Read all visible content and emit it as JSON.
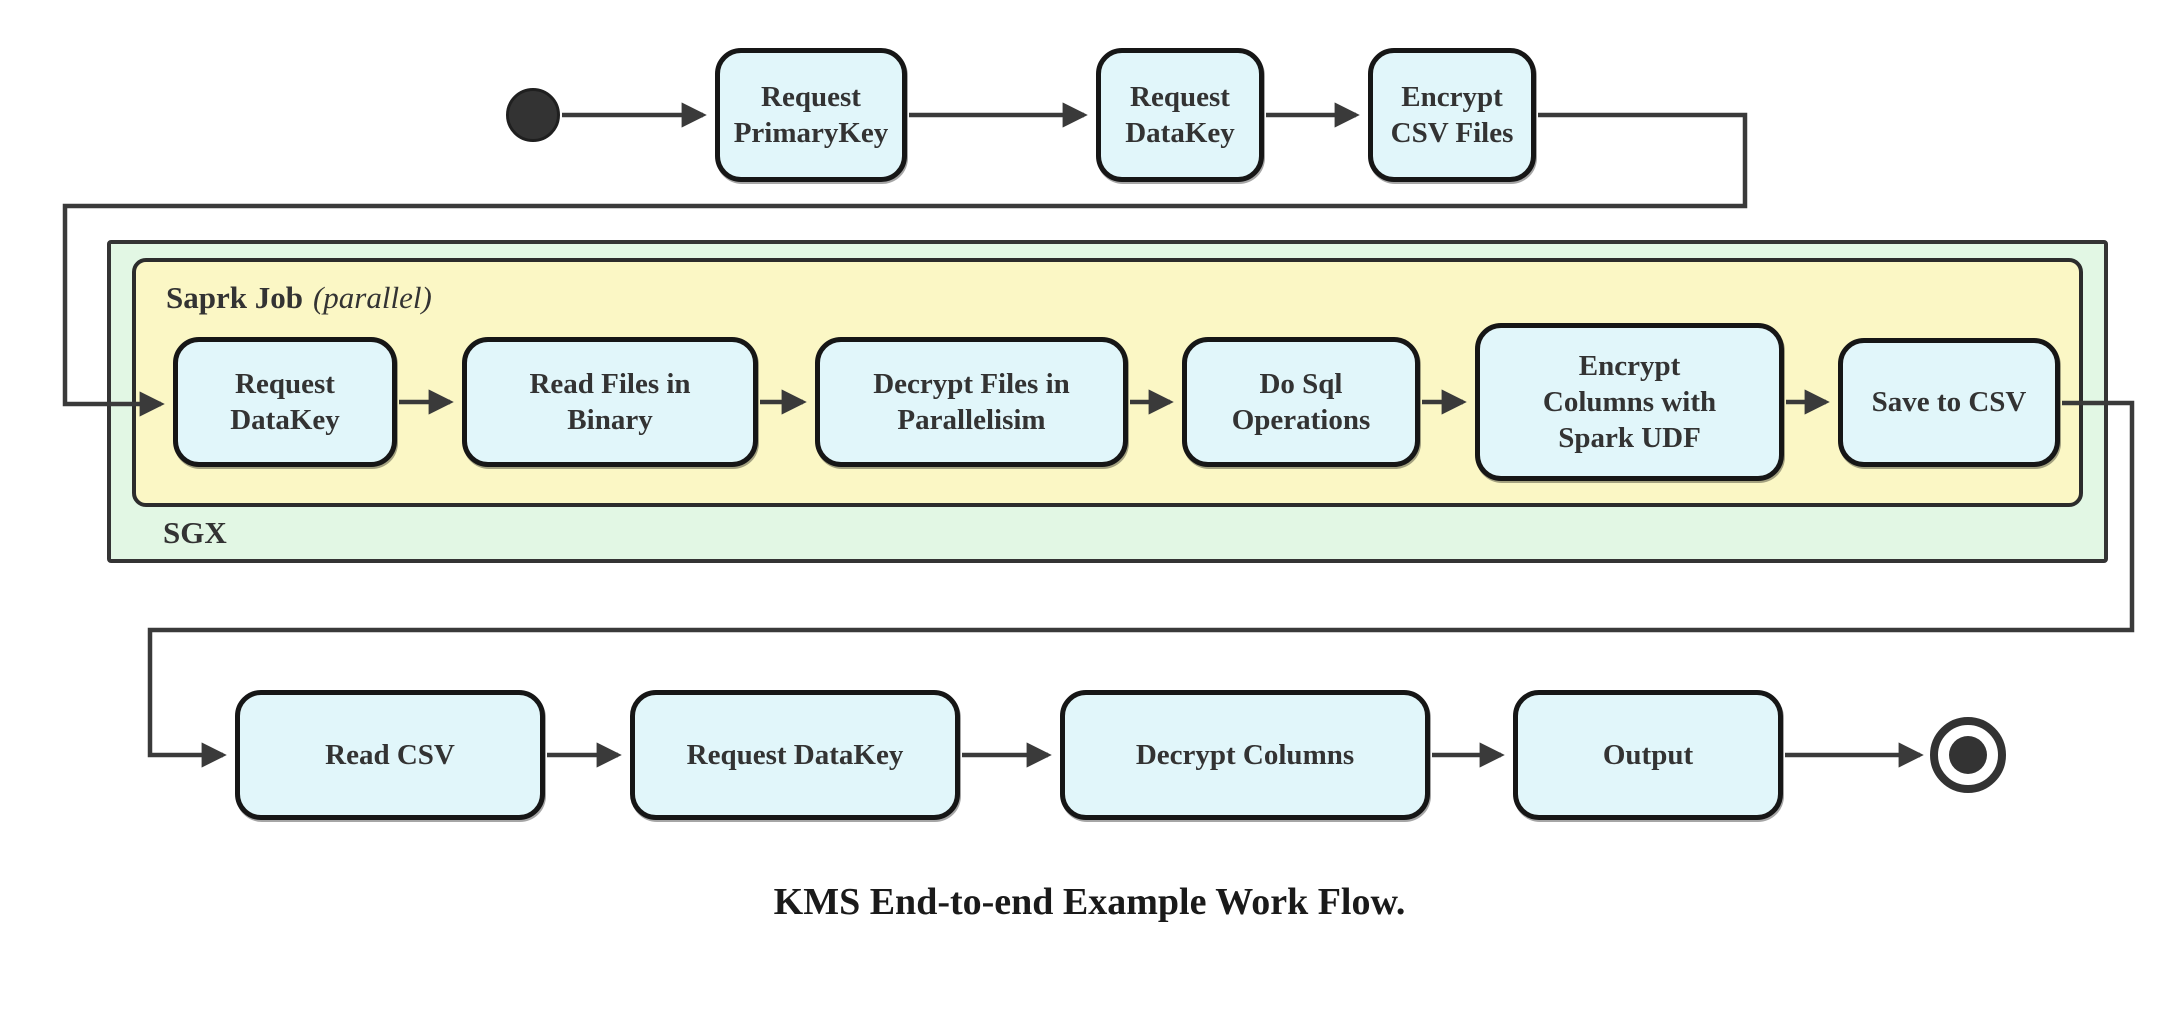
{
  "diagram": {
    "caption": "KMS End-to-end Example Work Flow.",
    "colors": {
      "node_fill": "#e1f6fa",
      "node_border": "#161616",
      "spark_container_fill": "#fbf7c5",
      "sgx_container_fill": "#e2f7e4",
      "connector_line": "#3a3a3a",
      "text": "#333333"
    },
    "top_row": {
      "nodes": [
        {
          "label": "Request\nPrimaryKey"
        },
        {
          "label": "Request\nDataKey"
        },
        {
          "label": "Encrypt\nCSV Files"
        }
      ]
    },
    "sgx_container": {
      "label": "SGX"
    },
    "spark_container": {
      "label": "Saprk Job",
      "label_suffix": "(parallel)"
    },
    "middle_row": {
      "nodes": [
        {
          "label": "Request\nDataKey"
        },
        {
          "label": "Read Files in\nBinary"
        },
        {
          "label": "Decrypt Files in\nParallelisim"
        },
        {
          "label": "Do Sql\nOperations"
        },
        {
          "label": "Encrypt\nColumns with\nSpark UDF"
        },
        {
          "label": "Save to CSV"
        }
      ]
    },
    "bottom_row": {
      "nodes": [
        {
          "label": "Read CSV"
        },
        {
          "label": "Request DataKey"
        },
        {
          "label": "Decrypt Columns"
        },
        {
          "label": "Output"
        }
      ]
    }
  }
}
